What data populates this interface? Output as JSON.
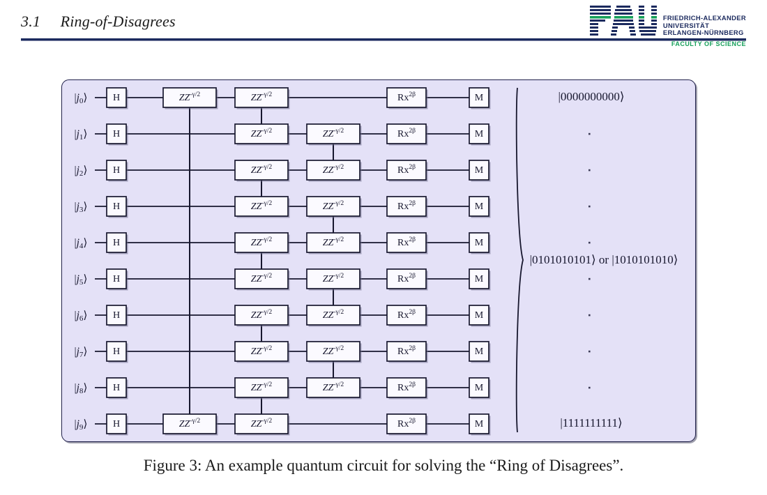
{
  "header": {
    "section_number": "3.1",
    "section_title": "Ring-of-Disagrees",
    "title_full": "3.1     Ring-of-Disagrees",
    "rule_color": "#1b2a5e"
  },
  "logo": {
    "mark_name": "fau-logo-mark",
    "wordmark_line1": "FRIEDRICH-ALEXANDER",
    "wordmark_line2": "UNIVERSITÄT",
    "wordmark_line3": "ERLANGEN-NÜRNBERG",
    "wordmark_full": "FRIEDRICH-ALEXANDER\nUNIVERSITÄT\nERLANGEN-NÜRNBERG",
    "faculty": "FACULTY OF SCIENCE",
    "navy": "#1b2a5e",
    "green": "#16a05a"
  },
  "figure": {
    "caption": "Figure 3: An example quantum circuit for solving the “Ring of Disagrees”.",
    "panel_background": "#e4e1f7",
    "panel_border": "#20204a"
  },
  "circuit": {
    "qubit_labels": [
      "|j0⟩",
      "|j1⟩",
      "|j2⟩",
      "|j3⟩",
      "|j4⟩",
      "|j5⟩",
      "|j6⟩",
      "|j7⟩",
      "|j8⟩",
      "|j9⟩"
    ],
    "qubit_label_parts": [
      {
        "base": "j",
        "sub": "0"
      },
      {
        "base": "j",
        "sub": "1"
      },
      {
        "base": "j",
        "sub": "2"
      },
      {
        "base": "j",
        "sub": "3"
      },
      {
        "base": "j",
        "sub": "4"
      },
      {
        "base": "j",
        "sub": "5"
      },
      {
        "base": "j",
        "sub": "6"
      },
      {
        "base": "j",
        "sub": "7"
      },
      {
        "base": "j",
        "sub": "8"
      },
      {
        "base": "j",
        "sub": "9"
      }
    ],
    "num_qubits": 10,
    "gate_labels": {
      "hadamard": "H",
      "zz_base": "ZZ",
      "zz_exponent": "-γ/2",
      "zz_full": "ZZ^{-γ/2}",
      "rx_base": "Rx",
      "rx_exponent": "2β",
      "rx_full": "Rx^{2β}",
      "measure": "M"
    },
    "columns": [
      {
        "name": "hadamard-column",
        "gate": "H",
        "rows": [
          0,
          1,
          2,
          3,
          4,
          5,
          6,
          7,
          8,
          9
        ]
      },
      {
        "name": "zz-column-ring",
        "gate": "ZZ",
        "rows": [
          0,
          9
        ],
        "links": [
          [
            0,
            9
          ]
        ]
      },
      {
        "name": "zz-column-even",
        "gate": "ZZ",
        "rows": [
          0,
          1,
          2,
          3,
          4,
          5,
          6,
          7,
          8,
          9
        ],
        "links": [
          [
            0,
            1
          ],
          [
            2,
            3
          ],
          [
            4,
            5
          ],
          [
            6,
            7
          ],
          [
            8,
            9
          ]
        ]
      },
      {
        "name": "zz-column-odd",
        "gate": "ZZ",
        "rows": [
          1,
          2,
          3,
          4,
          5,
          6,
          7,
          8
        ],
        "links": [
          [
            1,
            2
          ],
          [
            3,
            4
          ],
          [
            5,
            6
          ],
          [
            7,
            8
          ]
        ]
      },
      {
        "name": "rx-column",
        "gate": "Rx",
        "rows": [
          0,
          1,
          2,
          3,
          4,
          5,
          6,
          7,
          8,
          9
        ]
      },
      {
        "name": "measure-column",
        "gate": "M",
        "rows": [
          0,
          1,
          2,
          3,
          4,
          5,
          6,
          7,
          8,
          9
        ]
      }
    ],
    "outputs": {
      "top_state": "|0000000000⟩",
      "middle_state_a": "|0101010101⟩",
      "middle_conjunction": "or",
      "middle_state_b": "|1010101010⟩",
      "middle_full": "|0101010101⟩ or |1010101010⟩",
      "bottom_state": "|1111111111⟩",
      "brace": "}"
    }
  }
}
